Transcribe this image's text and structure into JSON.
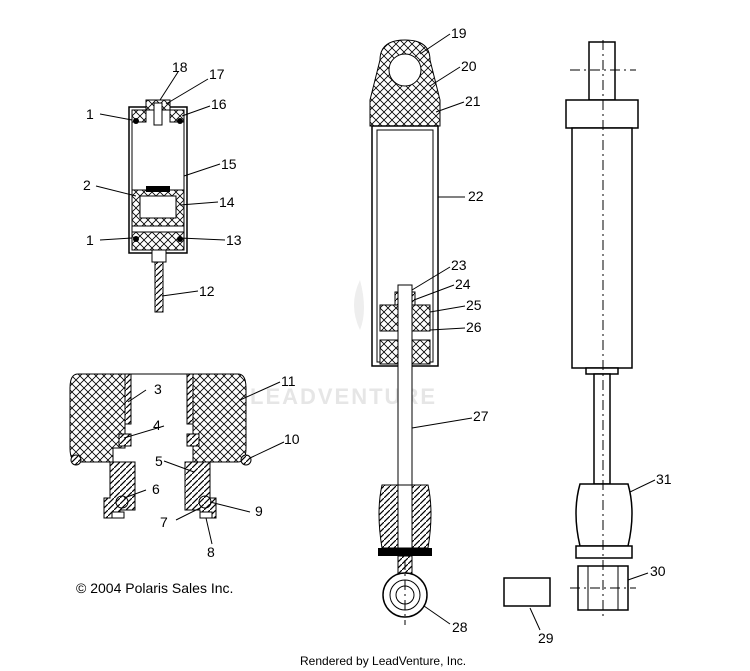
{
  "diagram": {
    "callouts": [
      "1",
      "1",
      "2",
      "3",
      "4",
      "5",
      "6",
      "7",
      "8",
      "9",
      "10",
      "11",
      "12",
      "13",
      "14",
      "15",
      "16",
      "17",
      "18",
      "19",
      "20",
      "21",
      "22",
      "23",
      "24",
      "25",
      "26",
      "27",
      "28",
      "29",
      "30",
      "31"
    ],
    "copyright": "© 2004 Polaris Sales Inc.",
    "watermark": "LEADVENTURE",
    "footer": "Rendered by LeadVenture, Inc."
  }
}
